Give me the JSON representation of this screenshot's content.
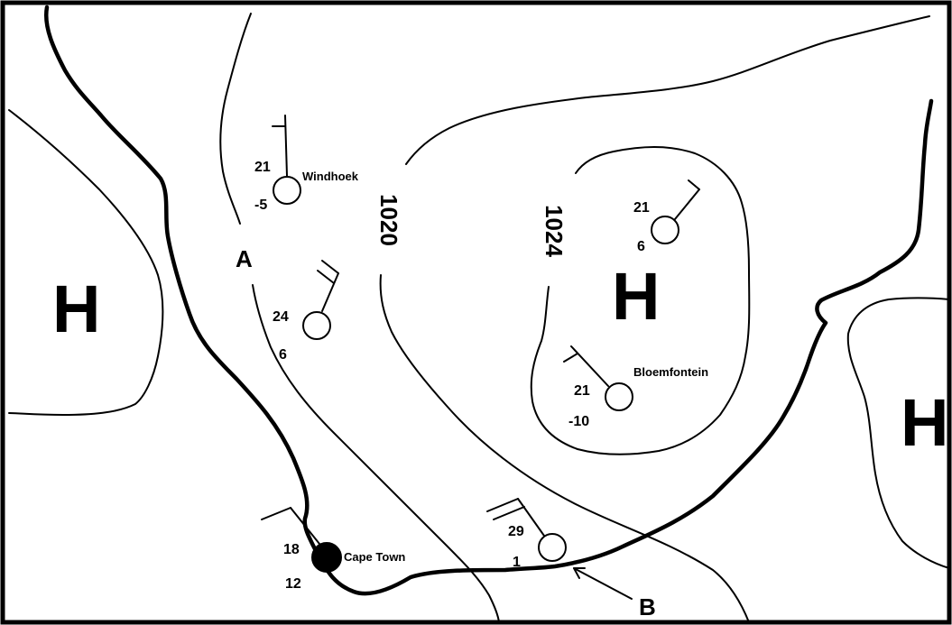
{
  "pressure_centres": {
    "high_west": "H",
    "high_central": "H",
    "high_east": "H"
  },
  "points": {
    "a": "A",
    "b": "B"
  },
  "isobars": {
    "first": "1020",
    "second": "1024"
  },
  "stations": {
    "windhoek": {
      "name": "Windhoek",
      "temp": "21",
      "dew": "-5"
    },
    "unnamed_west": {
      "temp": "24",
      "dew": "6"
    },
    "unnamed_ne": {
      "temp": "21",
      "dew": "6"
    },
    "bloemfontein": {
      "name": "Bloemfontein",
      "temp": "21",
      "dew": "-10"
    },
    "cape_town": {
      "name": "Cape Town",
      "temp": "18",
      "dew": "12"
    },
    "unnamed_south": {
      "temp": "29",
      "dew": "1"
    }
  }
}
